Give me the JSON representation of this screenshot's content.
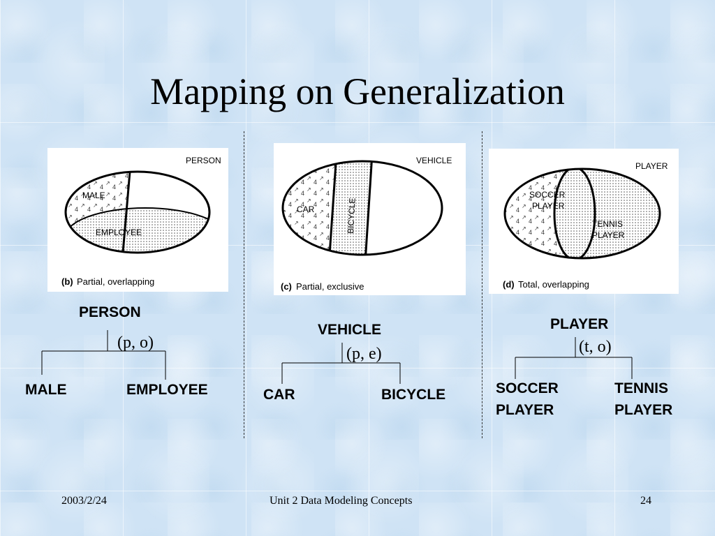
{
  "slide": {
    "title": "Mapping on Generalization",
    "footer_date": "2003/2/24",
    "footer_title": "Unit 2 Data Modeling Concepts",
    "footer_page": "24"
  },
  "panels": {
    "b": {
      "set_label": "PERSON",
      "sub1": "MALE",
      "sub2": "EMPLOYEE",
      "caption_letter": "(b)",
      "caption_text": "Partial, overlapping"
    },
    "c": {
      "set_label": "VEHICLE",
      "sub1": "CAR",
      "sub2": "BICYCLE",
      "caption_letter": "(c)",
      "caption_text": "Partial, exclusive"
    },
    "d": {
      "set_label": "PLAYER",
      "sub1_line1": "SOCCER",
      "sub1_line2": "PLAYER",
      "sub2_line1": "TENNIS",
      "sub2_line2": "PLAYER",
      "caption_letter": "(d)",
      "caption_text": "Total, overlapping"
    }
  },
  "trees": {
    "person": {
      "root": "PERSON",
      "constraint": "(p, o)",
      "left": "MALE",
      "right": "EMPLOYEE"
    },
    "vehicle": {
      "root": "VEHICLE",
      "constraint": "(p, e)",
      "left": "CAR",
      "right": "BICYCLE"
    },
    "player": {
      "root": "PLAYER",
      "constraint": "(t, o)",
      "left1": "SOCCER",
      "left2": "PLAYER",
      "right1": "TENNIS",
      "right2": "PLAYER"
    }
  }
}
